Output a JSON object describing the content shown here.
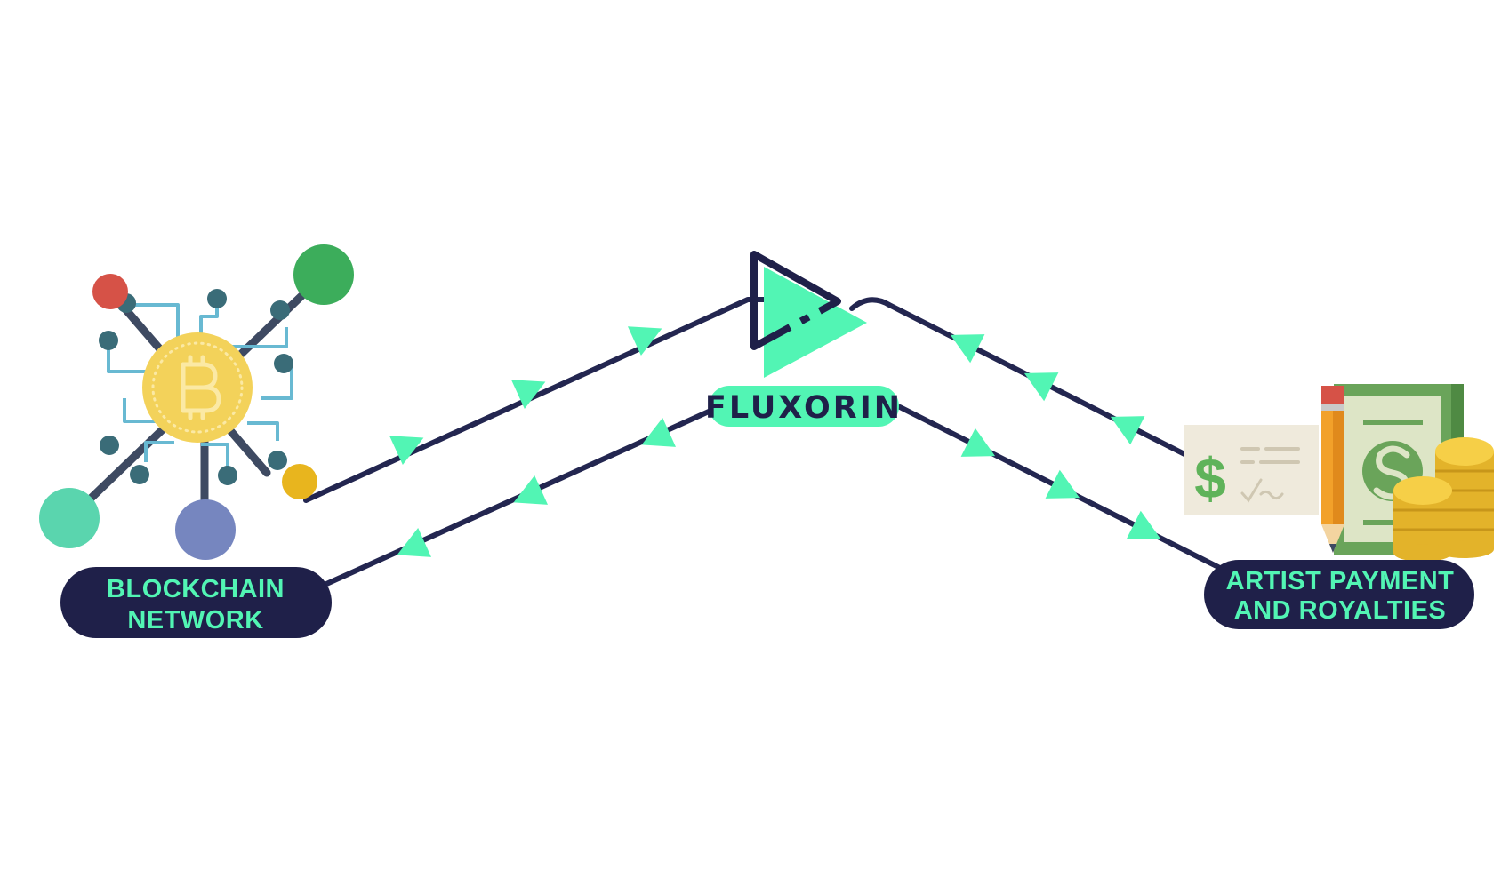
{
  "colors": {
    "line": "#232650",
    "accent": "#52f5b4",
    "pill_bg": "#1f2049",
    "pill_text": "#52f5b4",
    "brand_text": "#1f2049",
    "coin_yellow": "#f3d25a",
    "circuit_blue": "#68b9d2",
    "node_red": "#d65247",
    "node_green": "#3cad5b",
    "node_mint": "#5ad5ae",
    "node_purple": "#7686bf",
    "node_teal": "#3a6c78",
    "node_gold": "#e8b51e",
    "cash_green": "#5f9a51",
    "cheque_paper": "#efeadc",
    "pencil_orange": "#f2a12a"
  },
  "nodes": {
    "blockchain": {
      "label_line1": "BLOCKCHAIN",
      "label_line2": "NETWORK",
      "icon": "bitcoin-network-icon"
    },
    "platform": {
      "label": "FLUXORIN",
      "icon": "play-logo-icon"
    },
    "artist": {
      "label_line1": "ARTIST PAYMENT",
      "label_line2": "AND ROYALTIES",
      "icon": "money-cheque-coins-icon"
    }
  },
  "flows": {
    "upper_left": "blockchain-to-platform",
    "lower_left": "platform-to-blockchain",
    "upper_right": "artist-to-platform",
    "lower_right": "platform-to-artist"
  }
}
